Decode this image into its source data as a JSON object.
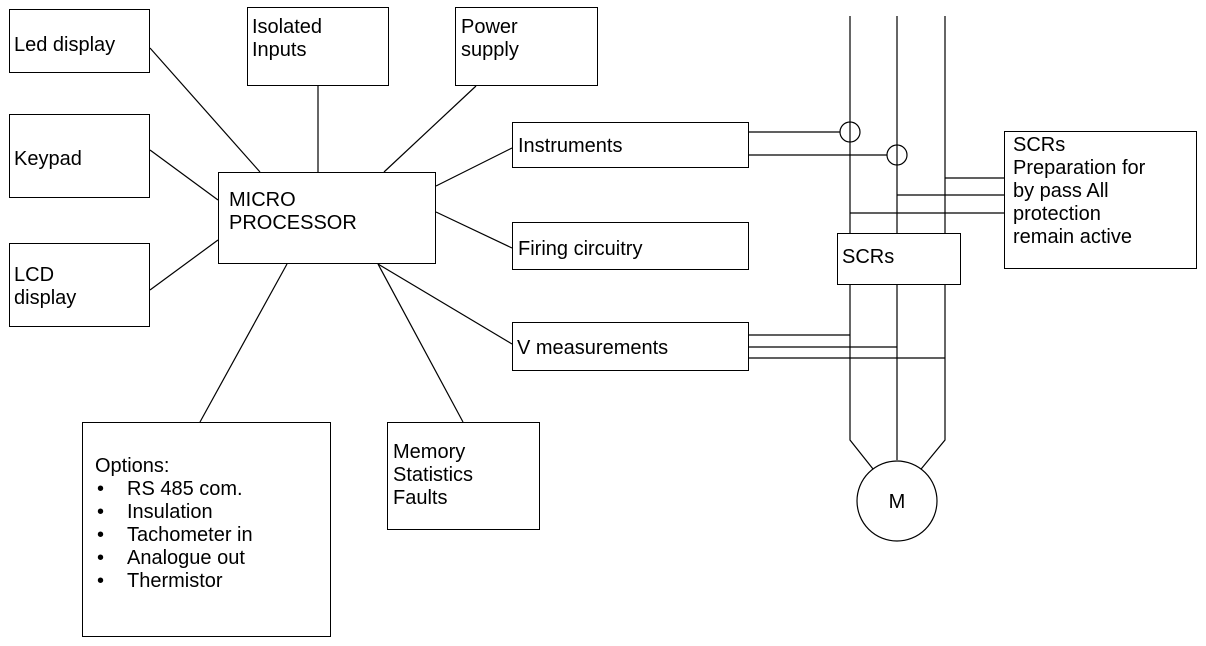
{
  "blocks": {
    "led_display": "Led display",
    "isolated_inputs": [
      "Isolated",
      "Inputs"
    ],
    "power_supply": [
      "Power",
      "supply"
    ],
    "keypad": "Keypad",
    "microprocessor": [
      "MICRO",
      "PROCESSOR"
    ],
    "lcd_display": [
      "LCD",
      "display"
    ],
    "instruments": "Instruments",
    "firing_circuitry": "Firing circuitry",
    "v_measurements": "V measurements",
    "scrs": "SCRs",
    "scrs_bypass": [
      "SCRs",
      "Preparation for",
      "by pass All",
      "protection",
      "remain active"
    ],
    "memory": [
      "Memory",
      "Statistics",
      "Faults"
    ],
    "options_title": "Options:",
    "options": [
      "RS 485 com.",
      "Insulation",
      "Tachometer in",
      "Analogue out",
      "Thermistor"
    ],
    "bullet": "•",
    "motor": "M"
  }
}
